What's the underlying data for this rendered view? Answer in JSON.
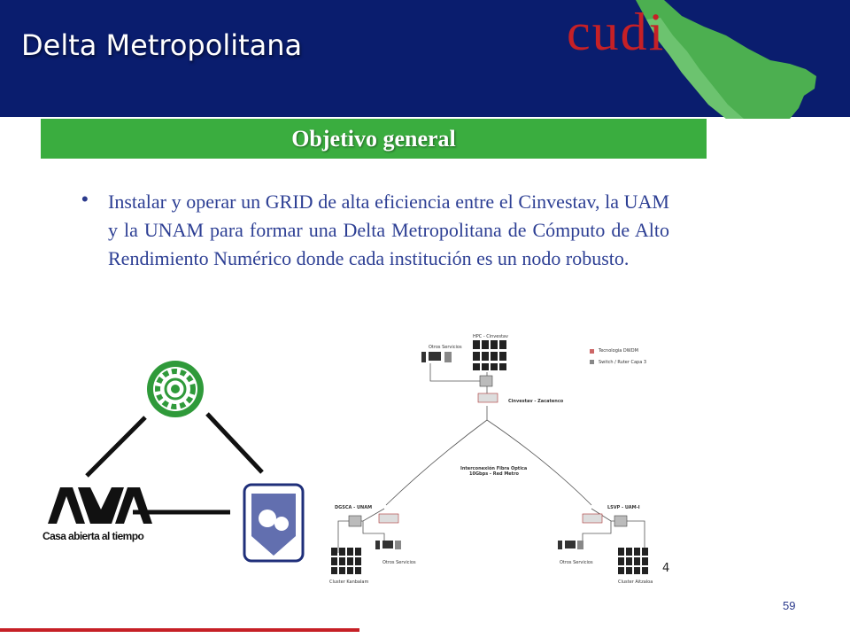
{
  "header": {
    "title": "Delta Metropolitana",
    "logo_text": "cudi"
  },
  "objective": {
    "heading": "Objetivo general",
    "bullet": "•",
    "text": "Instalar y operar un GRID de alta eficiencia entre el Cinvestav, la UAM y la UNAM para formar una Delta Metropolitana de Cómputo de Alto Rendimiento Numérico donde cada institución es un nodo robusto."
  },
  "logos": {
    "uam_caption": "Casa abierta al tiempo"
  },
  "network_diagram": {
    "top_services": "Otros Servicios",
    "top_cluster": "HPC - Cinvestav",
    "legend_dwdm": "Tecnologia DWDM",
    "legend_switch": "Switch / Ruter Capa 3",
    "top_node": "Cinvestav - Zacatenco",
    "link_label_1": "Interconexión Fibra Optica",
    "link_label_2": "10Gbps - Red Metro",
    "left_node": "DGSCA - UNAM",
    "right_node": "LSVP - UAM-I",
    "left_services": "Otros Servicios",
    "right_services": "Otros Servicios",
    "left_cluster": "Cluster Kanbalam",
    "right_cluster": "Cluster Aitzaloa",
    "stray_number": "4"
  },
  "footer": {
    "page_number": "59"
  },
  "colors": {
    "header_bg": "#0a1d6e",
    "banner_green": "#3aad3f",
    "text_blue": "#2d3f94",
    "accent_red": "#c62026",
    "map_green": "#4caf50"
  }
}
